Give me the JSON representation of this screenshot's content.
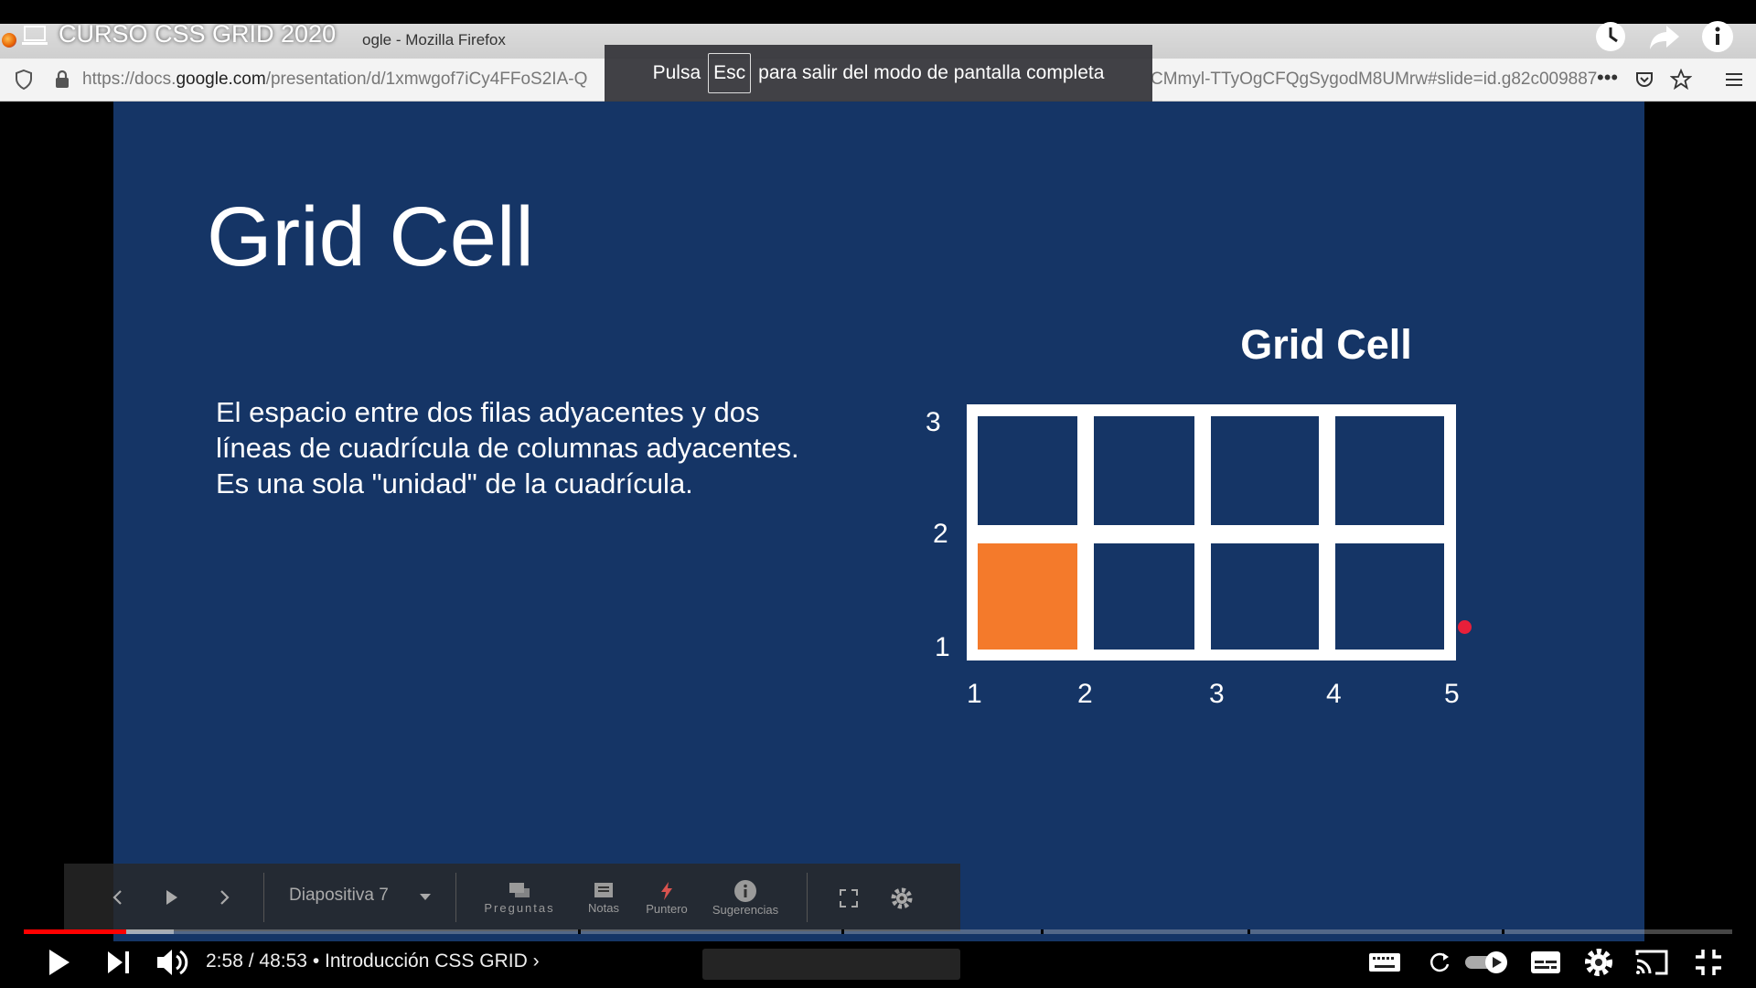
{
  "youtube": {
    "video_title": "CURSO CSS GRID 2020",
    "time_current": "2:58",
    "time_separator": "/",
    "time_total": "48:53",
    "chapter": "• Introducción CSS GRID ›",
    "progress_played": 0.06,
    "progress_buffered": 0.088
  },
  "firefox": {
    "window_title": "ogle - Mozilla Firefox",
    "url_scheme": "https://docs.",
    "url_domain": "google.com",
    "url_path": "/presentation/d/1xmwgof7iCy4FFoS2IA-Q",
    "url_tail": "CMmyl-TTyOgCFQgSygodM8UMrw#slide=id.g82c009887",
    "more_label": "•••"
  },
  "fullscreen_toast": {
    "before": "Pulsa",
    "key": "Esc",
    "after": "para salir del modo de pantalla completa"
  },
  "slide": {
    "title": "Grid Cell",
    "body": "El espacio entre dos filas adyacentes y dos líneas de cuadrícula de columnas adyacentes. Es una sola \"unidad\" de la cuadrícula.",
    "diagram_title": "Grid Cell",
    "row_lines": [
      "3",
      "2",
      "1"
    ],
    "column_lines": [
      "1",
      "2",
      "3",
      "4",
      "5"
    ],
    "highlight_color": "#f47a2b",
    "background_color": "#153566"
  },
  "slides_toolbar": {
    "slide_label": "Diapositiva 7",
    "questions": "Preguntas",
    "notes": "Notas",
    "pointer": "Puntero",
    "suggestions": "Sugerencias"
  }
}
